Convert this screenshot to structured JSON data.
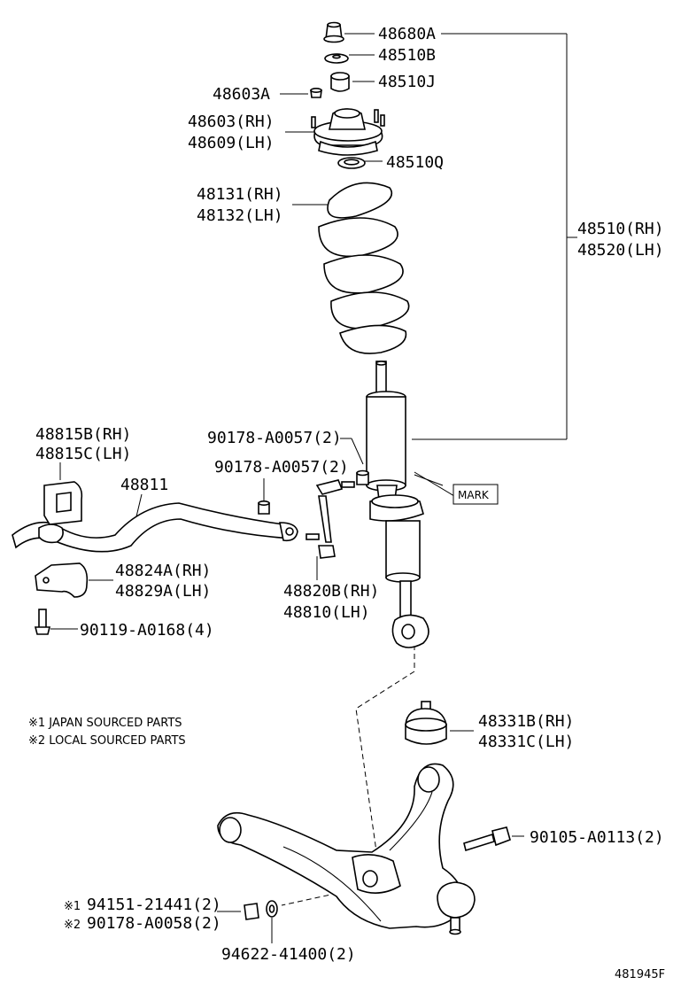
{
  "labels": {
    "p48680A": "48680A",
    "p48510B": "48510B",
    "p48510J": "48510J",
    "p48603A": "48603A",
    "p48603RH": "48603(RH)",
    "p48609LH": "48609(LH)",
    "p48510Q": "48510Q",
    "p48131RH": "48131(RH)",
    "p48132LH": "48132(LH)",
    "p48510RH": "48510(RH)",
    "p48520LH": "48520(LH)",
    "p90178a": "90178-A0057(2)",
    "p90178b": "90178-A0057(2)",
    "mark": "MARK",
    "p48815B": "48815B(RH)",
    "p48815C": "48815C(LH)",
    "p48811": "48811",
    "p48824A": "48824A(RH)",
    "p48829A": "48829A(LH)",
    "p48820B": "48820B(RH)",
    "p48810": "48810(LH)",
    "p90119": "90119-A0168(4)",
    "p48331B": "48331B(RH)",
    "p48331C": "48331C(LH)",
    "p90105": "90105-A0113(2)",
    "p94151": "94151-21441(2)",
    "p90178c": "90178-A0058(2)",
    "p94622": "94622-41400(2)",
    "diagram_id": "481945F"
  },
  "notes": {
    "sym1": "※1",
    "sym2": "※2",
    "note1": "※1 JAPAN SOURCED PARTS",
    "note2": "※2 LOCAL SOURCED PARTS"
  }
}
